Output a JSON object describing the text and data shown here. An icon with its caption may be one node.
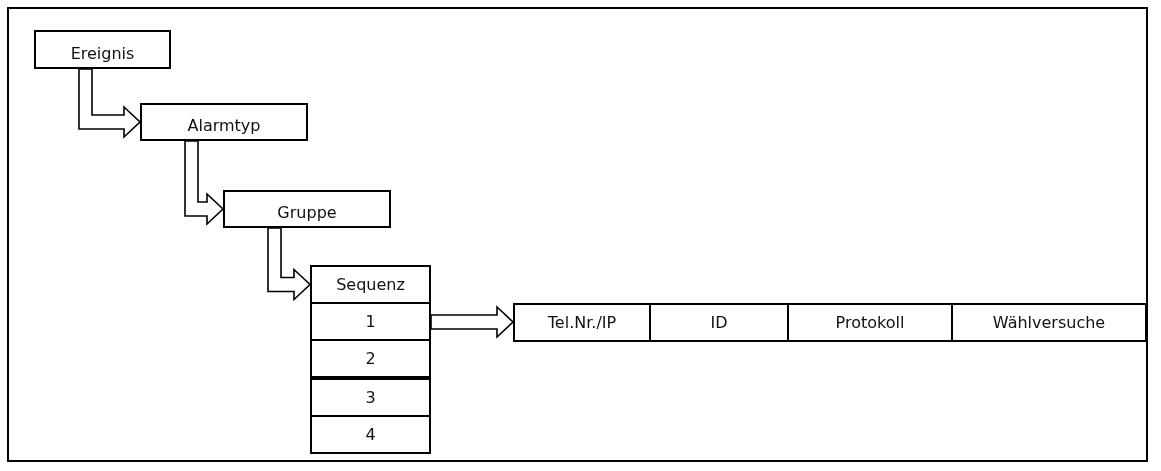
{
  "diagram": {
    "nodes": [
      {
        "text": [
          "Ereignis"
        ]
      },
      {
        "text": [
          "Alarmtyp"
        ]
      },
      {
        "text": [
          "Gruppe"
        ]
      },
      {
        "text": [
          "Sequenz"
        ]
      },
      {
        "text": [
          "1"
        ]
      },
      {
        "text": [
          "2"
        ]
      },
      {
        "text": [
          "3"
        ]
      },
      {
        "text": [
          "4"
        ]
      },
      {
        "text": [
          "Tel.Nr./IP"
        ]
      },
      {
        "text": [
          "ID"
        ]
      },
      {
        "text": [
          "Protokoll"
        ]
      },
      {
        "text": [
          "Wählversuche"
        ]
      }
    ],
    "edges": [
      {
        "from": 0,
        "to": 1,
        "arrow": "to"
      },
      {
        "from": 1,
        "to": 2,
        "arrow": "to"
      },
      {
        "from": 2,
        "to": 3,
        "arrow": "to"
      },
      {
        "from": 4,
        "to": 8,
        "arrow": "to"
      }
    ]
  }
}
